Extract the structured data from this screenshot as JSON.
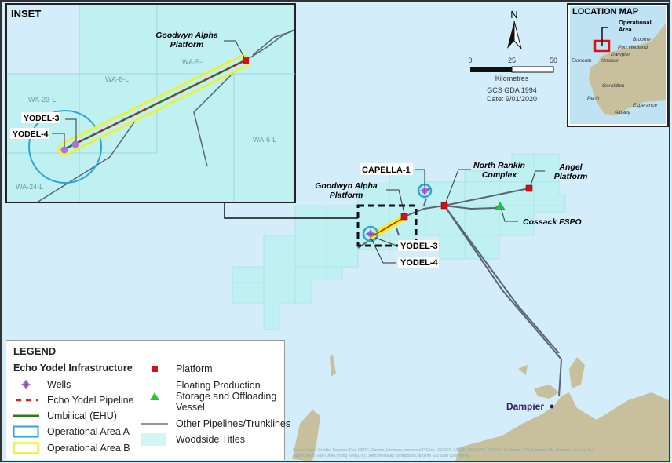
{
  "inset": {
    "title": "INSET",
    "platform_label_1": "Goodwyn Alpha",
    "platform_label_2": "Platform",
    "wells": [
      "YODEL-3",
      "YODEL-4"
    ],
    "titles": [
      "WA-5-L",
      "WA-6-L",
      "WA-23-L",
      "WA-24-L",
      "WA-6-L"
    ]
  },
  "main_map": {
    "labels": {
      "capella": "CAPELLA-1",
      "goodwyn_1": "Goodwyn Alpha",
      "goodwyn_2": "Platform",
      "north_rankin_1": "North Rankin",
      "north_rankin_2": "Complex",
      "angel_1": "Angel",
      "angel_2": "Platform",
      "cossack": "Cossack FSPO",
      "yodel3": "YODEL-3",
      "yodel4": "YODEL-4",
      "dampier": "Dampier"
    },
    "attribution_1": "Service Layer Credits: Sources: Esri, HERE, Garmin, Intermap, increment P Corp., GEBCO, USGS, FAO, NPS, NRCAN, GeoBase, IGN, Kadaster NL, Ordnance Survey, Esri",
    "attribution_2": "Japan, METI, Esri China (Hong Kong), (c) OpenStreetMap contributors, and the GIS User Community"
  },
  "north_arrow": {
    "label": "N"
  },
  "scale_bar": {
    "ticks": [
      "0",
      "25",
      "50"
    ],
    "unit": "Kilometres"
  },
  "projection": "GCS GDA 1994",
  "date": "Date: 9/01/2020",
  "location_map": {
    "title": "LOCATION MAP",
    "callout_1": "Operational",
    "callout_2": "Area",
    "places": [
      "Broome",
      "Port Hedland",
      "Dampier",
      "Exmouth",
      "Onslow",
      "Geraldton",
      "Perth",
      "Esperance",
      "Albany"
    ]
  },
  "legend": {
    "title": "LEGEND",
    "subtitle": "Echo Yodel Infrastructure",
    "items": [
      {
        "label": "Wells",
        "icon": "well-crosshair-icon"
      },
      {
        "label": "Echo Yodel Pipeline",
        "icon": "red-dashed-line"
      },
      {
        "label": "Umbilical (EHU)",
        "icon": "green-line"
      },
      {
        "label": "Operational Area A",
        "icon": "blue-outline-box"
      },
      {
        "label": "Operational Area B",
        "icon": "yellow-outline-box"
      },
      {
        "label": "Platform",
        "icon": "red-square-icon"
      },
      {
        "label": "Floating Production Storage and Offloading Vessel",
        "icon": "green-triangle-icon"
      },
      {
        "label": "Other Pipelines/Trunklines",
        "icon": "grey-line"
      },
      {
        "label": "Woodside Titles",
        "icon": "cyan-fill-box"
      }
    ]
  },
  "colors": {
    "sea": "#d3eefa",
    "titles": "#bff0f2",
    "land": "#c8bf9c",
    "platform": "#d0101a",
    "well": "#b070d8",
    "fpso": "#2bc23a",
    "area_a": "#2aa6d6",
    "area_b": "#f2f21a",
    "umbilical": "#2f7a1e",
    "pipeline_other": "#5a6570"
  }
}
